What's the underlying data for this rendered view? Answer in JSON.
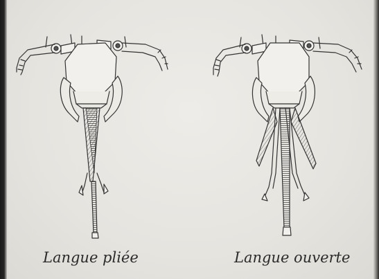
{
  "captions": {
    "left": "Langue pliée",
    "right": "Langue ouverte"
  },
  "colors": {
    "background": "#e7e5e0",
    "ink": "#2a2a2a",
    "frame": "#1d1d1d"
  },
  "icons": [
    "insect-head-folded-proboscis-illustration",
    "insect-head-open-proboscis-illustration"
  ]
}
